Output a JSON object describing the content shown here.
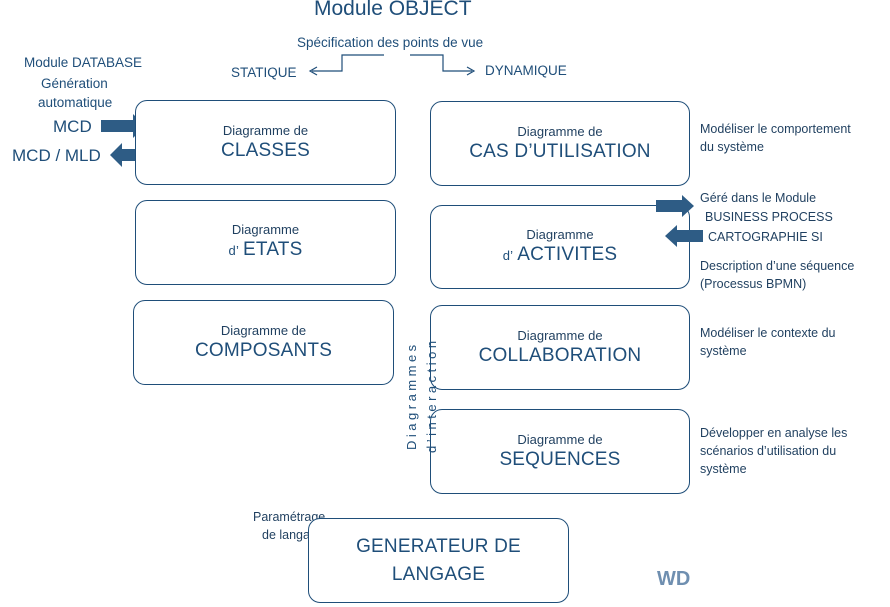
{
  "header": {
    "title": "Module OBJECT",
    "subtitle": "Spécification des points de vue",
    "static_label": "STATIQUE",
    "dynamic_label": "DYNAMIQUE"
  },
  "left_side": {
    "module_db": "Module DATABASE",
    "gen_line1": "Génération",
    "gen_line2": "automatique",
    "mcd": "MCD",
    "mcd_mld": "MCD / MLD"
  },
  "static_boxes": [
    {
      "top": "Diagramme de",
      "main_pre": "",
      "main": "CLASSES"
    },
    {
      "top": "Diagramme",
      "main_pre": "d’",
      "main": "ETATS"
    },
    {
      "top": "Diagramme de",
      "main_pre": "",
      "main": "COMPOSANTS"
    }
  ],
  "dynamic_boxes": [
    {
      "top": "Diagramme de",
      "main_pre": "",
      "main": "CAS D’UTILISATION"
    },
    {
      "top": "Diagramme",
      "main_pre": "d’",
      "main": "ACTIVITES"
    },
    {
      "top": "Diagramme de",
      "main_pre": "",
      "main": "COLLABORATION"
    },
    {
      "top": "Diagramme de",
      "main_pre": "",
      "main": "SEQUENCES"
    }
  ],
  "interaction_label_1": "Diagrammes",
  "interaction_label_2": "d’interaction",
  "notes": {
    "cas": [
      "Modéliser le comportement",
      "du système"
    ],
    "bp": [
      "Géré dans le Module",
      "BUSINESS PROCESS",
      "CARTOGRAPHIE SI"
    ],
    "activites": [
      "Description d’une séquence",
      "(Processus BPMN)"
    ],
    "collab": [
      "Modéliser le contexte du",
      "système"
    ],
    "seq": [
      "Développer en analyse les",
      "scénarios d’utilisation du",
      "système"
    ]
  },
  "generator": {
    "param_line1": "Paramétrage",
    "param_line2": "de langage",
    "line1": "GENERATEUR DE",
    "line2": "LANGAGE"
  },
  "logo_text": "WD",
  "colors": {
    "primary": "#1f4e79",
    "arrow": "#2e5c85"
  }
}
